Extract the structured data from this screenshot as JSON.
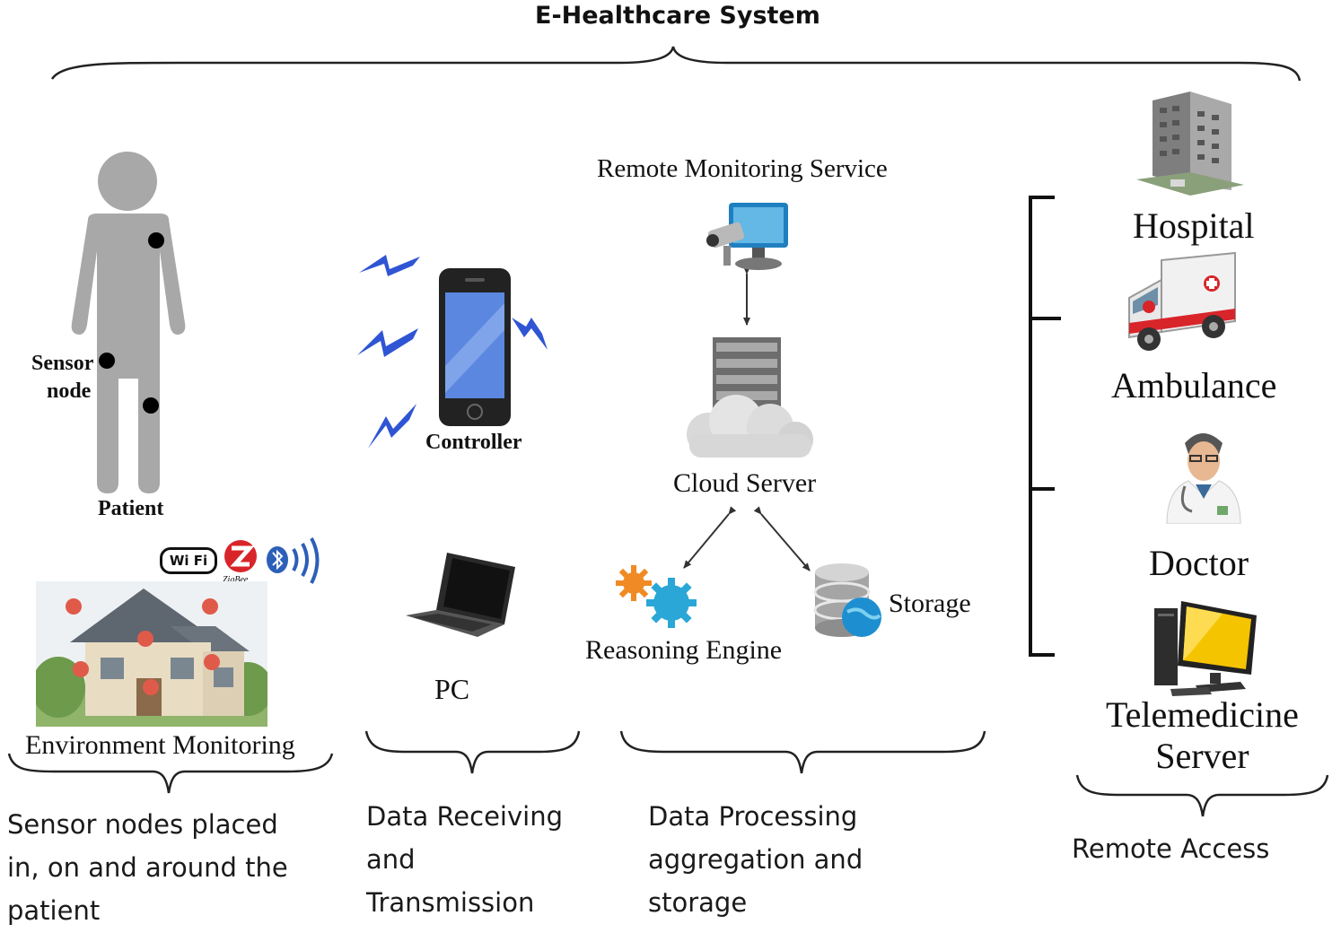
{
  "title": "E-Healthcare System",
  "patient": {
    "sensor_label_line1": "Sensor",
    "sensor_label_line2": "node",
    "patient_label": "Patient"
  },
  "controller_label": "Controller",
  "env_monitoring_label": "Environment Monitoring",
  "badges": {
    "wifi": "Wi Fi",
    "zigbee": "ZigBee"
  },
  "pc_label": "PC",
  "remote_monitoring_label": "Remote Monitoring Service",
  "cloud_server_label": "Cloud Server",
  "reasoning_engine_label": "Reasoning Engine",
  "storage_label": "Storage",
  "remote": {
    "hospital": "Hospital",
    "ambulance": "Ambulance",
    "doctor": "Doctor",
    "telemedicine_line1": "Telemedicine",
    "telemedicine_line2": "Server"
  },
  "captions": {
    "sensor_nodes": [
      "Sensor nodes placed",
      "in, on and around the",
      "patient"
    ],
    "data_receiving": [
      "Data Receiving",
      "and",
      "Transmission"
    ],
    "data_processing": [
      "Data Processing",
      "aggregation and",
      "storage"
    ],
    "remote_access": "Remote Access"
  },
  "colors": {
    "figure_gray": "#a8a8a8",
    "lightning_blue": "#2f55d4",
    "phone_screen": "#5b87e0",
    "cloud_gray": "#d9d9d9",
    "ambulance_red": "#d8252a",
    "gear_orange": "#f08a24",
    "gear_blue": "#2aa7d6",
    "monitor_yellow": "#f5c400"
  }
}
